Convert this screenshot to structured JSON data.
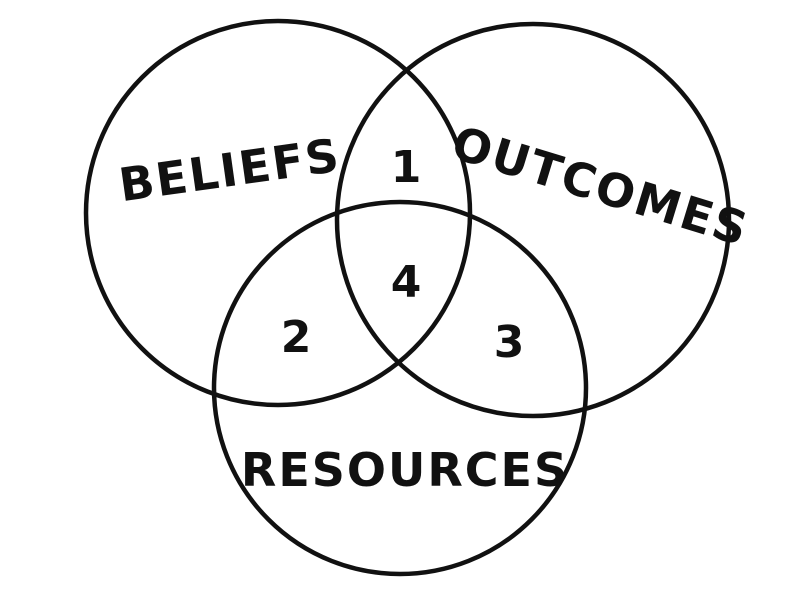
{
  "diagram": {
    "type": "venn-3-set",
    "colors": {
      "background": "#ffffff",
      "stroke": "#111111",
      "text": "#111111"
    },
    "sets": {
      "beliefs": "BELIEFS",
      "outcomes": "OUTCOMES",
      "resources": "RESOURCES"
    },
    "regions": {
      "beliefs_outcomes": "1",
      "beliefs_resources": "2",
      "outcomes_resources": "3",
      "all_three": "4"
    }
  }
}
